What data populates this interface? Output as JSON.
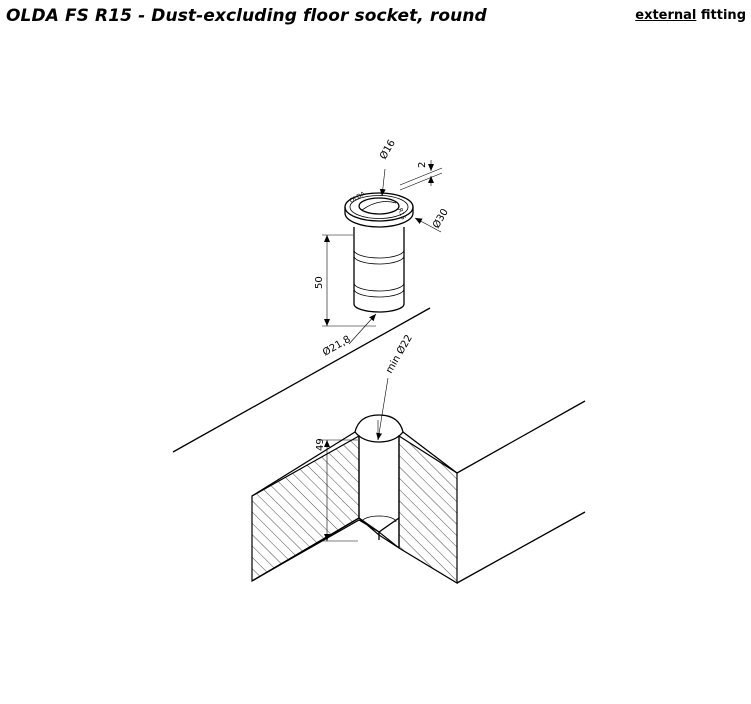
{
  "header": {
    "title": "OLDA FS R15 - Dust-excluding floor socket, round",
    "fitting_emphasis": "external",
    "fitting_rest": " fitting"
  },
  "dimensions": {
    "top_opening": "Ø16",
    "rim_thickness": "2",
    "flange_diameter": "Ø30",
    "body_height": "50",
    "body_diameter": "Ø21,8",
    "hole_diameter": "min Ø22",
    "hole_depth": "49"
  },
  "product_markings": {
    "flange_left": "OLDA",
    "flange_right": "R15"
  }
}
